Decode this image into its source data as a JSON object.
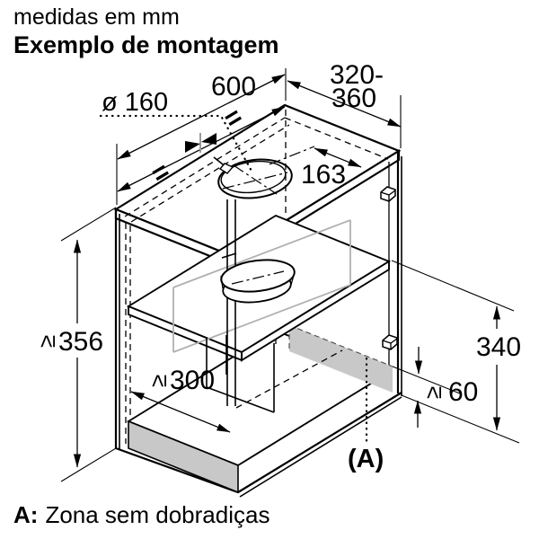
{
  "header": {
    "units_note": "medidas em mm",
    "title": "Exemplo de montagem"
  },
  "dimensions": {
    "hole_diameter": "ø 160",
    "cabinet_width": "600",
    "cabinet_depth_line1": "320-",
    "cabinet_depth_line2": "360",
    "hole_to_back": "163",
    "niche_height_gte": "≥",
    "niche_height": "356",
    "bottom_depth_gte": "≥",
    "bottom_depth": "300",
    "right_side_height": "340",
    "bottom_clearance_gte": "≥",
    "bottom_clearance": "60",
    "equals_mark_left": "=",
    "equals_mark_right": "=",
    "zone_marker": "(A)"
  },
  "footnote": {
    "prefix": "A:",
    "text": "Zona sem dobradiças"
  },
  "drawing": {
    "description": "isometric mounting example of built-in hood in wall cabinet",
    "icons": [
      "hinge-icon",
      "duct-hole-icon",
      "duct-collar-icon"
    ]
  },
  "colors": {
    "line": "#000000",
    "no_hinge_zone_fill": "#c8c8c8",
    "hood_outline": "#b0b0b0",
    "background": "#ffffff"
  }
}
